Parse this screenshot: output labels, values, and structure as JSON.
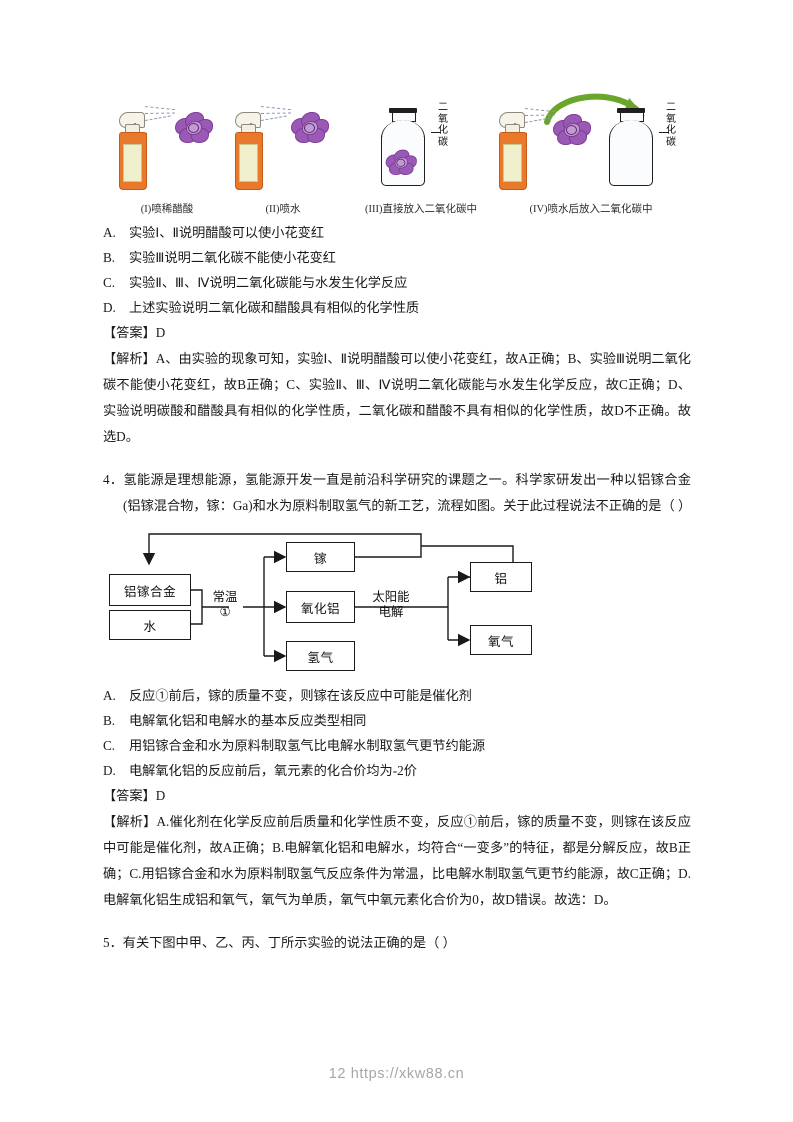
{
  "figure": {
    "experiments": [
      {
        "id": "I",
        "caption": "(I)喷稀醋酸",
        "type": "spray-flower"
      },
      {
        "id": "II",
        "caption": "(II)喷水",
        "type": "spray-flower"
      },
      {
        "id": "III",
        "caption": "(III)直接放入二氧化碳中",
        "type": "jar-with-flower",
        "jar_label": "二氧化碳"
      },
      {
        "id": "IV",
        "caption": "(IV)喷水后放入二氧化碳中",
        "type": "spray-flower-arrow-jar",
        "jar_label": "二氧化碳"
      }
    ]
  },
  "question3": {
    "options": [
      {
        "letter": "A.",
        "text": "实验Ⅰ、Ⅱ说明醋酸可以使小花变红"
      },
      {
        "letter": "B.",
        "text": "实验Ⅲ说明二氧化碳不能使小花变红"
      },
      {
        "letter": "C.",
        "text": "实验Ⅱ、Ⅲ、Ⅳ说明二氧化碳能与水发生化学反应"
      },
      {
        "letter": "D.",
        "text": "上述实验说明二氧化碳和醋酸具有相似的化学性质"
      }
    ],
    "answer_line": "【答案】D",
    "analysis": "【解析】A、由实验的现象可知，实验Ⅰ、Ⅱ说明醋酸可以使小花变红，故A正确；B、实验Ⅲ说明二氧化碳不能使小花变红，故B正确；C、实验Ⅱ、Ⅲ、Ⅳ说明二氧化碳能与水发生化学反应，故C正确；D、实验说明碳酸和醋酸具有相似的化学性质，二氧化碳和醋酸不具有相似的化学性质，故D不正确。故选D。"
  },
  "question4": {
    "stem": "4．氢能源是理想能源，氢能源开发一直是前沿科学研究的课题之一。科学家研发出一种以铝镓合金(铝镓混合物，镓：Ga)和水为原料制取氢气的新工艺，流程如图。关于此过程说法不正确的是（      ）",
    "flow": {
      "boxes": [
        {
          "key": "alloy",
          "label": "铝镓合金"
        },
        {
          "key": "water",
          "label": "水"
        },
        {
          "key": "gallium",
          "label": "镓"
        },
        {
          "key": "alumina",
          "label": "氧化铝"
        },
        {
          "key": "hydrogen",
          "label": "氢气"
        },
        {
          "key": "aluminum",
          "label": "铝"
        },
        {
          "key": "oxygen",
          "label": "氧气"
        }
      ],
      "labels": [
        {
          "key": "cond1",
          "line1": "常温",
          "line2": "①"
        },
        {
          "key": "cond2",
          "line1": "太阳能",
          "line2": "电解"
        }
      ]
    },
    "options": [
      {
        "letter": "A.",
        "text": "反应①前后，镓的质量不变，则镓在该反应中可能是催化剂"
      },
      {
        "letter": "B.",
        "text": "电解氧化铝和电解水的基本反应类型相同"
      },
      {
        "letter": "C.",
        "text": "用铝镓合金和水为原料制取氢气比电解水制取氢气更节约能源"
      },
      {
        "letter": "D.",
        "text": "电解氧化铝的反应前后，氧元素的化合价均为-2价"
      }
    ],
    "answer_line": "【答案】D",
    "analysis": "【解析】A.催化剂在化学反应前后质量和化学性质不变，反应①前后，镓的质量不变，则镓在该反应中可能是催化剂，故A正确；B.电解氧化铝和电解水，均符合“一变多”的特征，都是分解反应，故B正确；C.用铝镓合金和水为原料制取氢气反应条件为常温，比电解水制取氢气更节约能源，故C正确；D.电解氧化铝生成铝和氧气，氧气为单质，氧气中氧元素化合价为0，故D错误。故选：D。"
  },
  "question5": {
    "stem": "5．有关下图中甲、乙、丙、丁所示实验的说法正确的是（      ）"
  },
  "footer": {
    "text": "12 https://xkw88.cn"
  },
  "colors": {
    "bottle": "#e8782c",
    "flower": "#9b59b6",
    "arrow": "#6aa52c",
    "footer_text": "#a6a6a6"
  }
}
